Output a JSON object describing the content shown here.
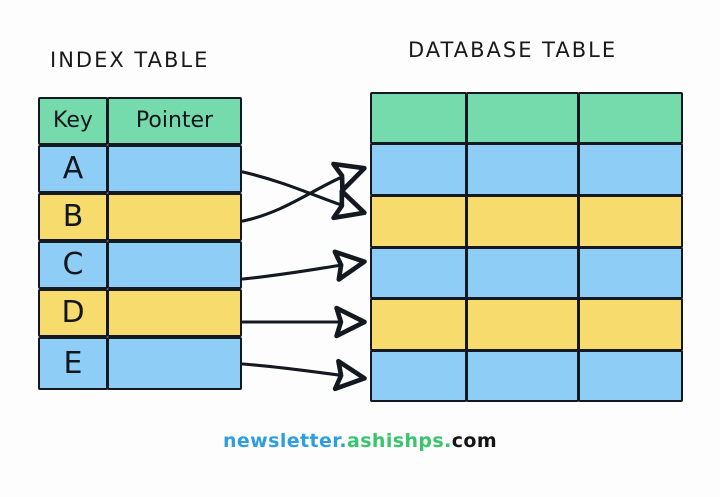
{
  "diagram": {
    "title_left": "INDEX TABLE",
    "title_right": "DATABASE TABLE",
    "colors": {
      "header_green": "#75dbac",
      "row_blue": "#8ecdf6",
      "row_yellow": "#f7dc6d",
      "stroke": "#141821",
      "background": "#fdfdfd"
    }
  },
  "index_table": {
    "headers": [
      "Key",
      "Pointer"
    ],
    "rows": [
      {
        "key": "A",
        "pointer": "",
        "fill": "blue"
      },
      {
        "key": "B",
        "pointer": "",
        "fill": "yellow"
      },
      {
        "key": "C",
        "pointer": "",
        "fill": "blue"
      },
      {
        "key": "D",
        "pointer": "",
        "fill": "yellow"
      },
      {
        "key": "E",
        "pointer": "",
        "fill": "blue"
      }
    ]
  },
  "database_table": {
    "column_count": 3,
    "header_row": {
      "cells": [
        "",
        "",
        ""
      ],
      "fill": "green"
    },
    "rows": [
      {
        "cells": [
          "",
          "",
          ""
        ],
        "fill": "blue"
      },
      {
        "cells": [
          "",
          "",
          ""
        ],
        "fill": "yellow"
      },
      {
        "cells": [
          "",
          "",
          ""
        ],
        "fill": "blue"
      },
      {
        "cells": [
          "",
          "",
          ""
        ],
        "fill": "yellow"
      },
      {
        "cells": [
          "",
          "",
          ""
        ],
        "fill": "blue"
      }
    ]
  },
  "pointers": [
    {
      "from_key": "A",
      "to_row": 2
    },
    {
      "from_key": "B",
      "to_row": 1
    },
    {
      "from_key": "C",
      "to_row": 3
    },
    {
      "from_key": "D",
      "to_row": 4
    },
    {
      "from_key": "E",
      "to_row": 5
    }
  ],
  "footer": {
    "part_newsletter": "newsletter",
    "separator_1": ".",
    "part_ashishps": "ashishps",
    "separator_2": ".",
    "part_com": "com"
  }
}
